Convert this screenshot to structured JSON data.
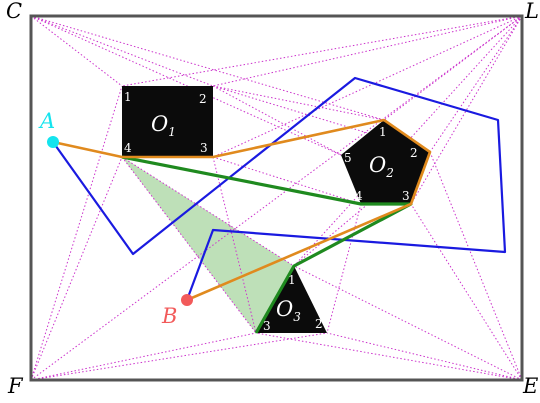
{
  "corners": {
    "top_left": "C",
    "top_right": "L",
    "bottom_left": "F",
    "bottom_right": "E"
  },
  "points": {
    "start": {
      "label": "A",
      "color": "#14e4ee"
    },
    "goal": {
      "label": "B",
      "color": "#f25a5a"
    }
  },
  "obstacles": [
    {
      "letter": "O",
      "sub": "1",
      "vertices": [
        "1",
        "2",
        "3",
        "4"
      ]
    },
    {
      "letter": "O",
      "sub": "2",
      "vertices": [
        "1",
        "2",
        "3",
        "4",
        "5"
      ]
    },
    {
      "letter": "O",
      "sub": "3",
      "vertices": [
        "1",
        "2",
        "3"
      ]
    }
  ],
  "colors": {
    "frame": "#555555",
    "obstacle": "#0b0b0b",
    "visibility_lines": "#cc33cc",
    "blue_path": "#1a1ae0",
    "orange_path": "#e08a1e",
    "green_path": "#1f8a1f",
    "shaded_region": "#a8d5a0"
  }
}
